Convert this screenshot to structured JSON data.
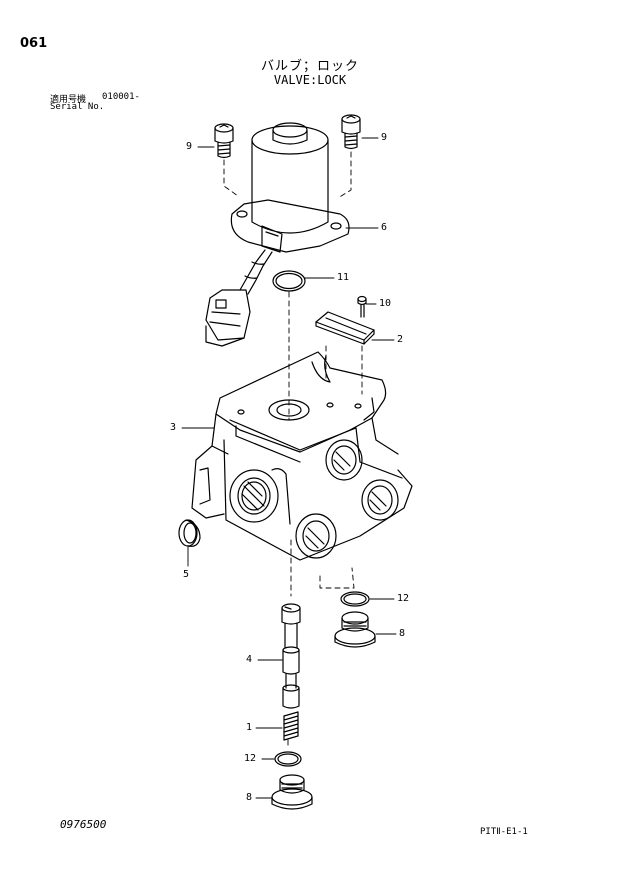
{
  "header": {
    "page_number": "061",
    "title_jp": "バルブ；ロック",
    "title_en": "VALVE:LOCK",
    "serial_label_jp": "適用号機",
    "serial_value": "010001-",
    "serial_label_en": "Serial No."
  },
  "footer": {
    "doc_number": "0976500",
    "page_code": "PITⅡ-E1-1"
  },
  "callouts": {
    "c9_left": "9",
    "c9_right": "9",
    "c6": "6",
    "c11": "11",
    "c10": "10",
    "c2": "2",
    "c3": "3",
    "c5": "5",
    "c12_mid": "12",
    "c8_mid": "8",
    "c4": "4",
    "c1": "1",
    "c12_bot": "12",
    "c8_bot": "8"
  }
}
